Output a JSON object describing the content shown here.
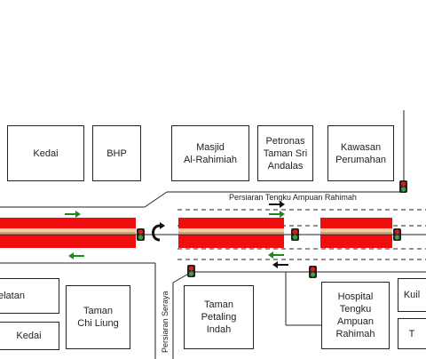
{
  "buildings": {
    "kedai_top": "Kedai",
    "bhp": "BHP",
    "masjid": "Masjid\nAl-Rahimiah",
    "petronas": "Petronas\nTaman Sri\nAndalas",
    "kawasan": "Kawasan\nPerumahan",
    "selatan": "elatan",
    "kedai_bottom": "Kedai",
    "chi_liung": "Taman\nChi Liung",
    "petaling": "Taman\nPetaling\nIndah",
    "hospital": "Hospital\nTengku\nAmpuan\nRahimah",
    "kuil": "Kuil",
    "t_edge": "T"
  },
  "roads": {
    "main": "Persiaran Tengku Ampuan Rahimah",
    "side": "Persiaran Seraya"
  },
  "colors": {
    "lane_red": "#f00d0d",
    "lane_center": "#f6cfa0",
    "arrow_green": "#1e8a1e",
    "arrow_black": "#111111",
    "signal_red": "#e31b1b",
    "signal_green": "#3ca23c"
  },
  "icons": [
    "traffic-light-icon",
    "u-turn-arrow-icon",
    "direction-arrow-icon"
  ]
}
